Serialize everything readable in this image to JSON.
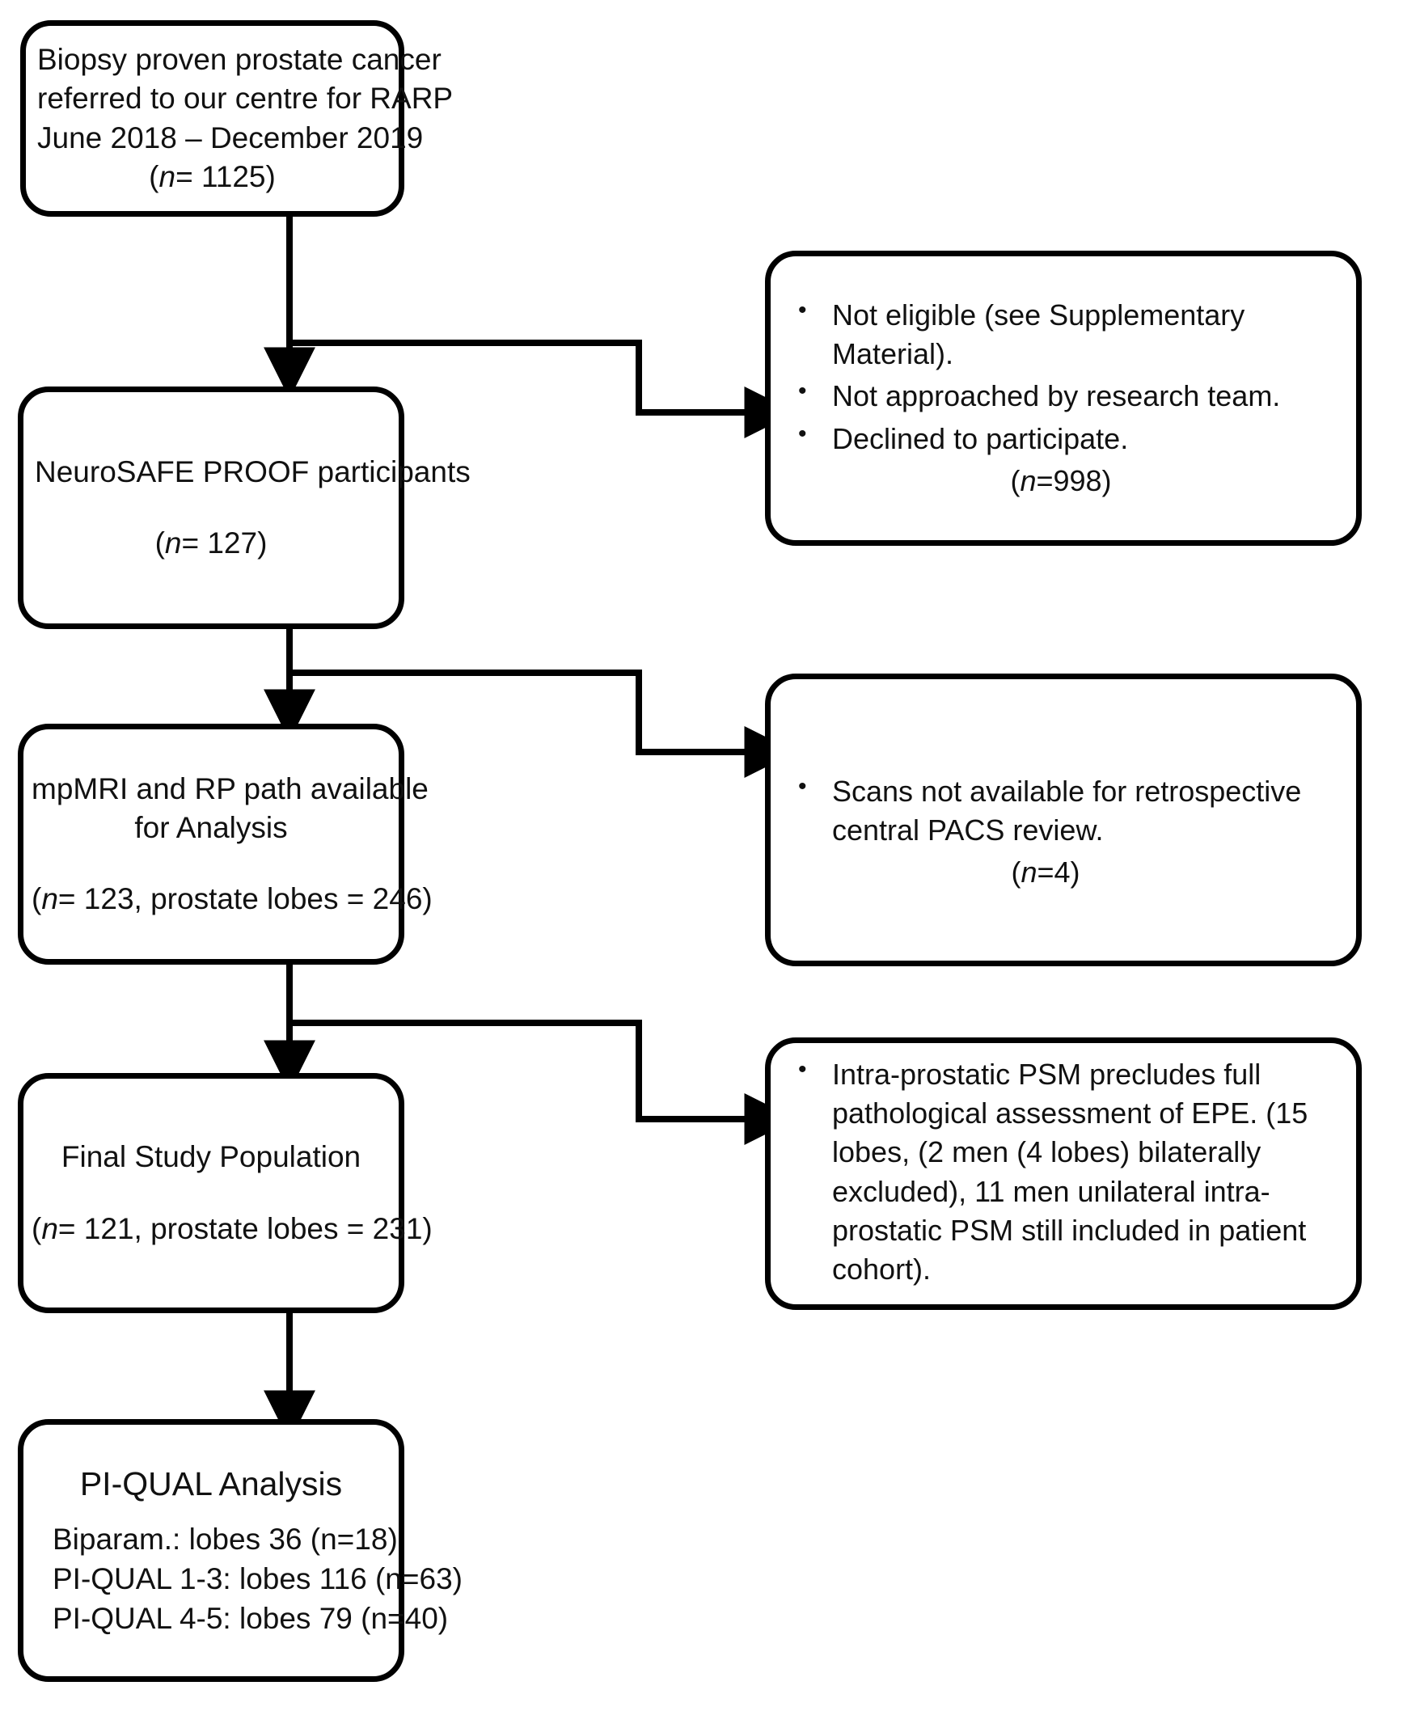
{
  "diagram": {
    "type": "study-flowchart",
    "title": "Patient selection flow diagram",
    "stroke_color": "#000000",
    "background_color": "#ffffff",
    "text_color": "#111111"
  },
  "nodes": {
    "cohort": {
      "id": "cohort-box",
      "lines": [
        "Biopsy proven prostate cancer",
        "referred to our centre for RARP",
        "June 2018 – December 2019"
      ],
      "n_prefix": "(",
      "n_italic": "n",
      "n_value": "= 1125)"
    },
    "participants": {
      "id": "participants-box",
      "lines": [
        "NeuroSAFE PROOF participants"
      ],
      "n_prefix": "(",
      "n_italic": "n",
      "n_value": "= 127)"
    },
    "mri_path": {
      "id": "mri-path-box",
      "lines": [
        "mpMRI and RP path available",
        "for Analysis"
      ],
      "n_prefix": "(",
      "n_italic": "n",
      "n_value": "= 123, prostate lobes = 246)"
    },
    "final_population": {
      "id": "final-population-box",
      "lines": [
        "Final Study Population"
      ],
      "n_prefix": "(",
      "n_italic": "n",
      "n_value": "= 121, prostate lobes = 231)"
    },
    "piqual": {
      "id": "piqual-box",
      "title": "PI-QUAL Analysis",
      "rows": [
        "Biparam.: lobes 36 (n=18)",
        "PI-QUAL 1-3: lobes 116 (n=63)",
        "PI-QUAL 4-5: lobes 79 (n=40)"
      ]
    }
  },
  "exclusions": {
    "excl_screening": {
      "id": "exclusion-screening-box",
      "bullets": [
        "Not eligible (see Supplementary Material).",
        "Not approached by research team.",
        "Declined to participate."
      ],
      "n_prefix": "(",
      "n_italic": "n",
      "n_value": "=998)"
    },
    "excl_scans": {
      "id": "exclusion-scans-box",
      "bullets": [
        "Scans not available for retrospective central PACS review."
      ],
      "n_prefix": "(",
      "n_italic": "n",
      "n_value": "=4)"
    },
    "excl_psm": {
      "id": "exclusion-psm-box",
      "bullets": [
        "Intra-prostatic PSM precludes full pathological assessment of EPE. (15 lobes, (2 men (4 lobes) bilaterally excluded), 11 men unilateral intra-prostatic PSM still included in patient cohort)."
      ]
    }
  },
  "chart_data": {
    "type": "diagram",
    "title": "Study participant flow (CONSORT-style)",
    "stages": [
      {
        "label": "Biopsy proven prostate cancer referred to our centre for RARP June 2018 – December 2019",
        "n": 1125,
        "lobes": null
      },
      {
        "label": "NeuroSAFE PROOF participants",
        "n": 127,
        "lobes": null
      },
      {
        "label": "mpMRI and RP path available for Analysis",
        "n": 123,
        "lobes": 246
      },
      {
        "label": "Final Study Population",
        "n": 121,
        "lobes": 231
      },
      {
        "label": "PI-QUAL Analysis",
        "n": null,
        "lobes": null
      }
    ],
    "exclusions": [
      {
        "after_stage": 0,
        "reasons": [
          "Not eligible (see Supplementary Material).",
          "Not approached by research team.",
          "Declined to participate."
        ],
        "n": 998
      },
      {
        "after_stage": 1,
        "reasons": [
          "Scans not available for retrospective central PACS review."
        ],
        "n": 4
      },
      {
        "after_stage": 2,
        "reasons": [
          "Intra-prostatic PSM precludes full pathological assessment of EPE."
        ],
        "n": null,
        "lobes_excluded": 15
      }
    ],
    "final_breakdown": [
      {
        "group": "Biparam.",
        "lobes": 36,
        "n": 18
      },
      {
        "group": "PI-QUAL 1-3",
        "lobes": 116,
        "n": 63
      },
      {
        "group": "PI-QUAL 4-5",
        "lobes": 79,
        "n": 40
      }
    ]
  }
}
